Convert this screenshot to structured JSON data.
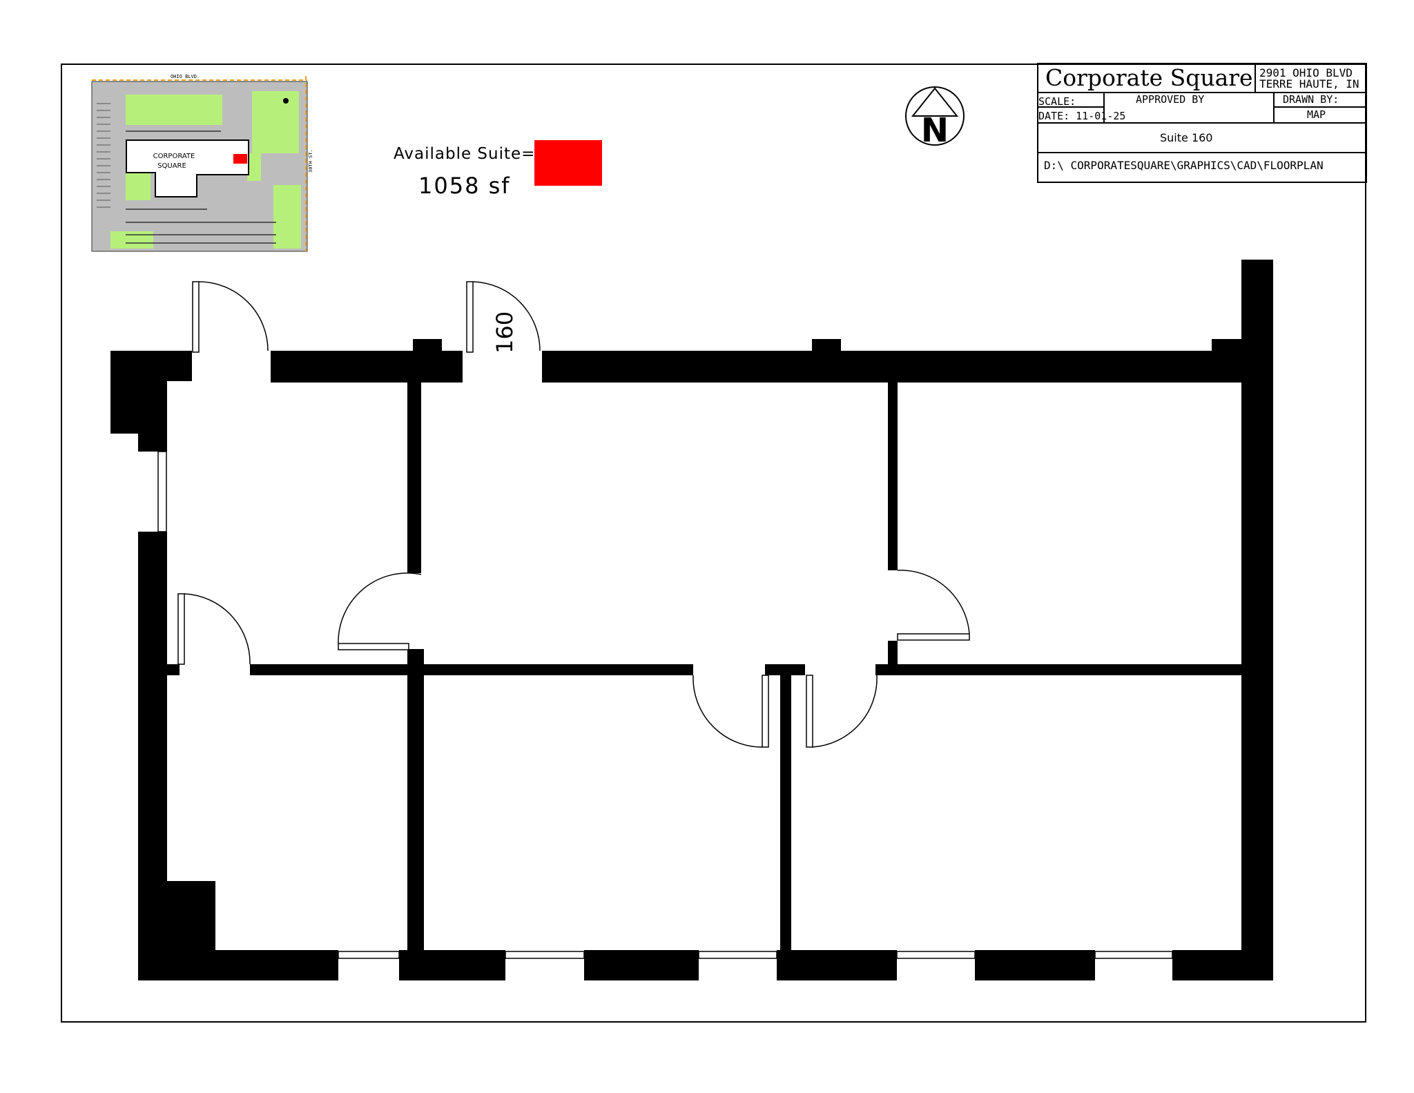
{
  "title_block": {
    "project": "Corporate Square",
    "address_line1": "2901 OHIO BLVD",
    "address_line2": "TERRE HAUTE, IN",
    "scale_label": "SCALE:",
    "approved_by_label": "APPROVED BY",
    "drawn_by_label": "DRAWN BY:",
    "date_label": "DATE: 11-01-25",
    "drawn_by_value": "MAP",
    "suite": "Suite 160",
    "file_path": "D:\\ CORPORATESQUARE\\GRAPHICS\\CAD\\FLOORPLAN"
  },
  "legend": {
    "label": "Available Suite=",
    "area": "1058 sf",
    "swatch_color": "#ff0000"
  },
  "site_map": {
    "street_top": "OHIO BLVD.",
    "street_right": "30TH ST.",
    "building_label_line1": "CORPORATE",
    "building_label_line2": "SQUARE",
    "lawn_color": "#b6f07a",
    "paving_color": "#bdbdbd",
    "highlight_color": "#ff0000",
    "property_line_color": "#f0a020"
  },
  "floor_plan": {
    "suite_number": "160",
    "wall_color": "#000000"
  },
  "north_arrow": {
    "letter": "N"
  }
}
